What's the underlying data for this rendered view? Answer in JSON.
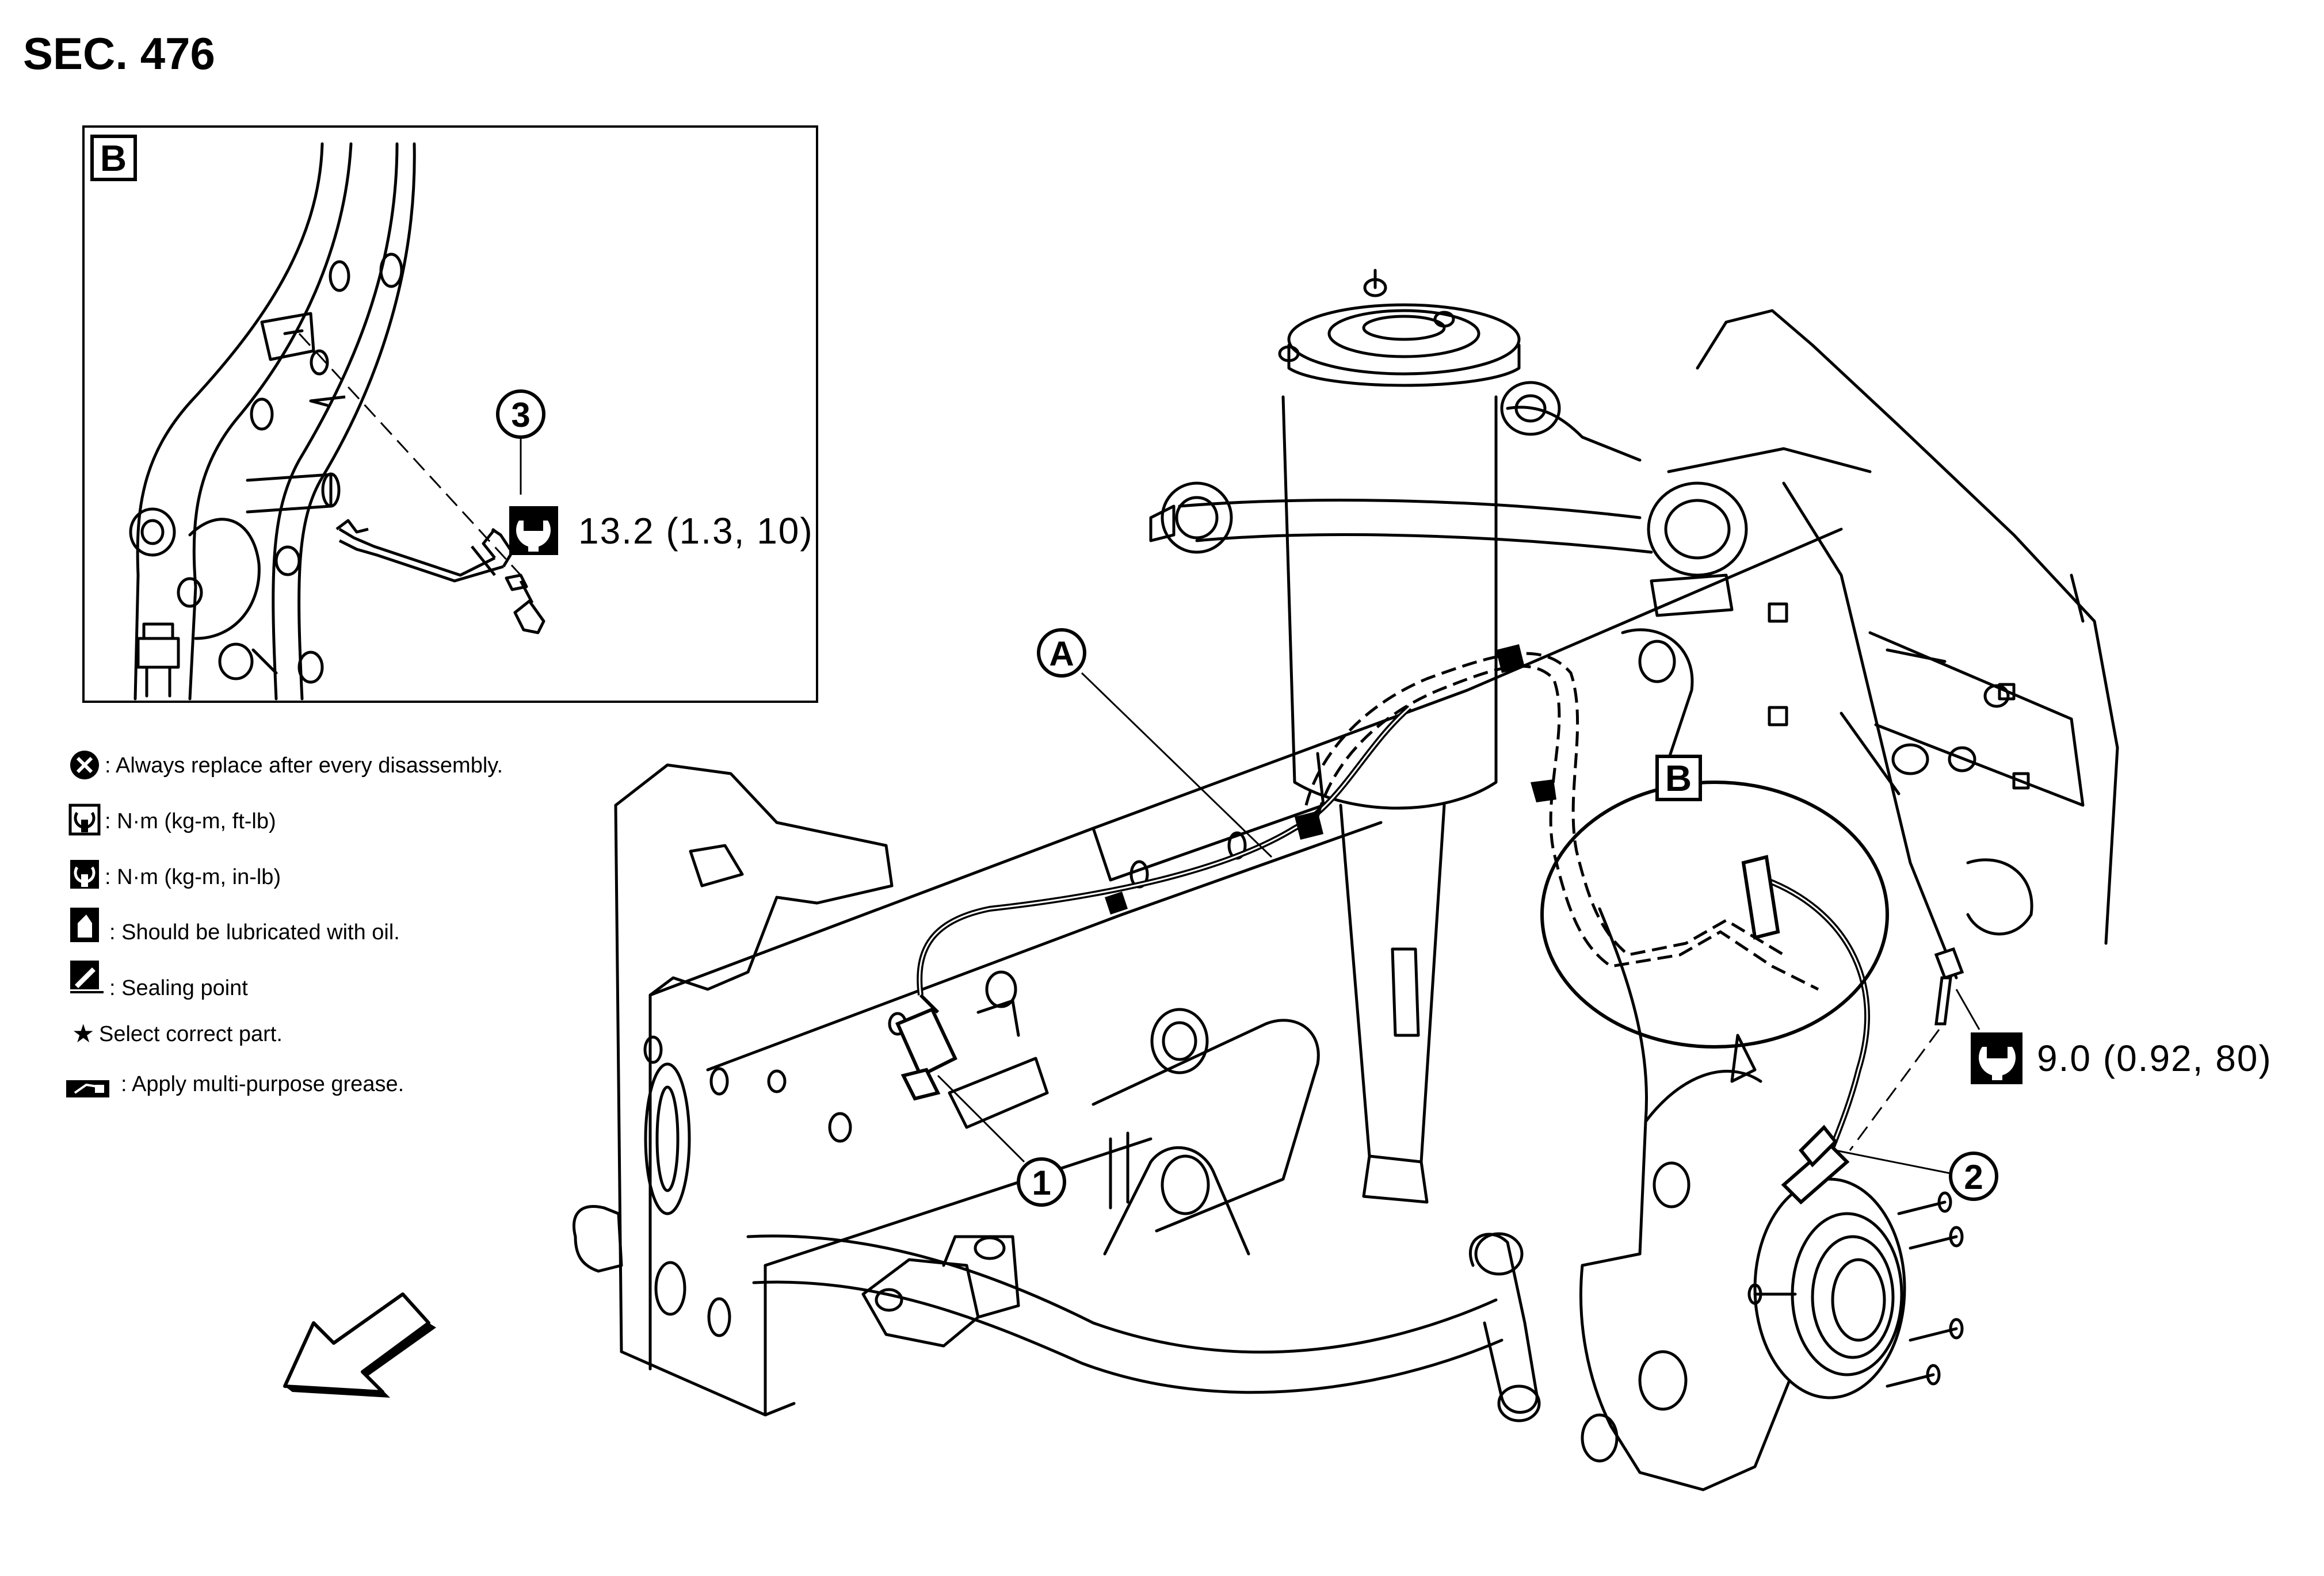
{
  "section_title": "SEC. 476",
  "inset": {
    "label": "B",
    "callout_number": "3",
    "torque_value": "13.2 (1.3, 10)",
    "torque_icon": "torque-wrench-ft-lb-icon"
  },
  "main": {
    "callout_A": "A",
    "callout_B": "B",
    "callout_1": "1",
    "callout_2": "2",
    "torque_value": "9.0 (0.92, 80)",
    "torque_icon": "torque-wrench-in-lb-icon",
    "front_arrow_icon": "front-direction-arrow-icon"
  },
  "legend": [
    {
      "icon": "replace-part-icon",
      "text": ": Always replace after every disassembly."
    },
    {
      "icon": "torque-ft-lb-icon",
      "text": ": N·m (kg-m, ft-lb)"
    },
    {
      "icon": "torque-in-lb-icon",
      "text": ": N·m (kg-m, in-lb)"
    },
    {
      "icon": "oil-can-icon",
      "text": ": Should be lubricated with oil."
    },
    {
      "icon": "sealing-point-icon",
      "text": ": Sealing point"
    },
    {
      "icon": "star-icon",
      "text": "Select correct part."
    },
    {
      "icon": "grease-icon",
      "text": ": Apply multi-purpose grease."
    }
  ],
  "colors": {
    "line": "#000000",
    "background": "#ffffff"
  }
}
